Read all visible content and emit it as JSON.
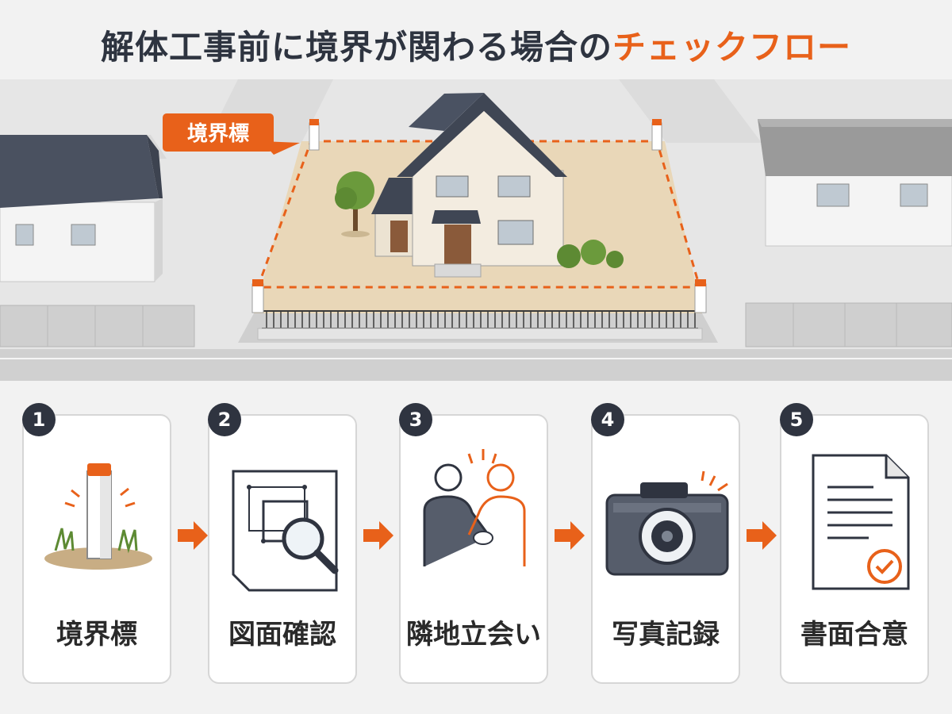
{
  "title": {
    "main": "解体工事前に境界が関わる場合の",
    "accent": "チェックフロー"
  },
  "scene": {
    "marker_callout": "境界標"
  },
  "steps": [
    {
      "number": "1",
      "label": "境界標",
      "icon": "boundary-marker-icon"
    },
    {
      "number": "2",
      "label": "図面確認",
      "icon": "drawing-magnifier-icon"
    },
    {
      "number": "3",
      "label": "隣地立会い",
      "icon": "handshake-icon"
    },
    {
      "number": "4",
      "label": "写真記録",
      "icon": "camera-icon"
    },
    {
      "number": "5",
      "label": "書面合意",
      "icon": "signed-document-icon"
    }
  ],
  "colors": {
    "accent": "#e8611a",
    "dark": "#2f3440",
    "lot": "#e9d7b8"
  }
}
